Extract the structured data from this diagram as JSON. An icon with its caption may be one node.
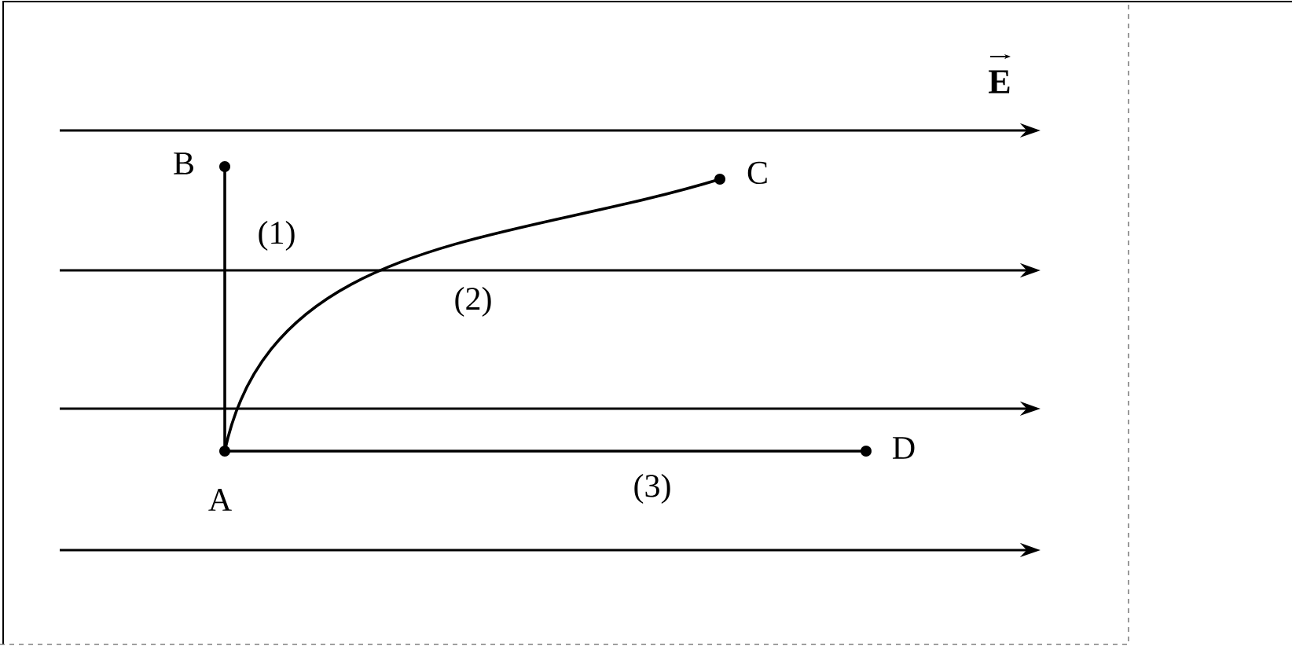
{
  "diagram": {
    "nodes": [
      {
        "text": [
          "A"
        ]
      },
      {
        "text": [
          "B"
        ]
      },
      {
        "text": [
          "C"
        ]
      },
      {
        "text": [
          "D"
        ]
      }
    ],
    "edges": [
      {
        "from": 0,
        "to": 1,
        "arrow": "none",
        "label": "(1)"
      },
      {
        "from": 0,
        "to": 2,
        "arrow": "none",
        "label": "(2)"
      },
      {
        "from": 0,
        "to": 3,
        "arrow": "none",
        "label": "(3)"
      }
    ],
    "labels": [
      "E"
    ]
  }
}
